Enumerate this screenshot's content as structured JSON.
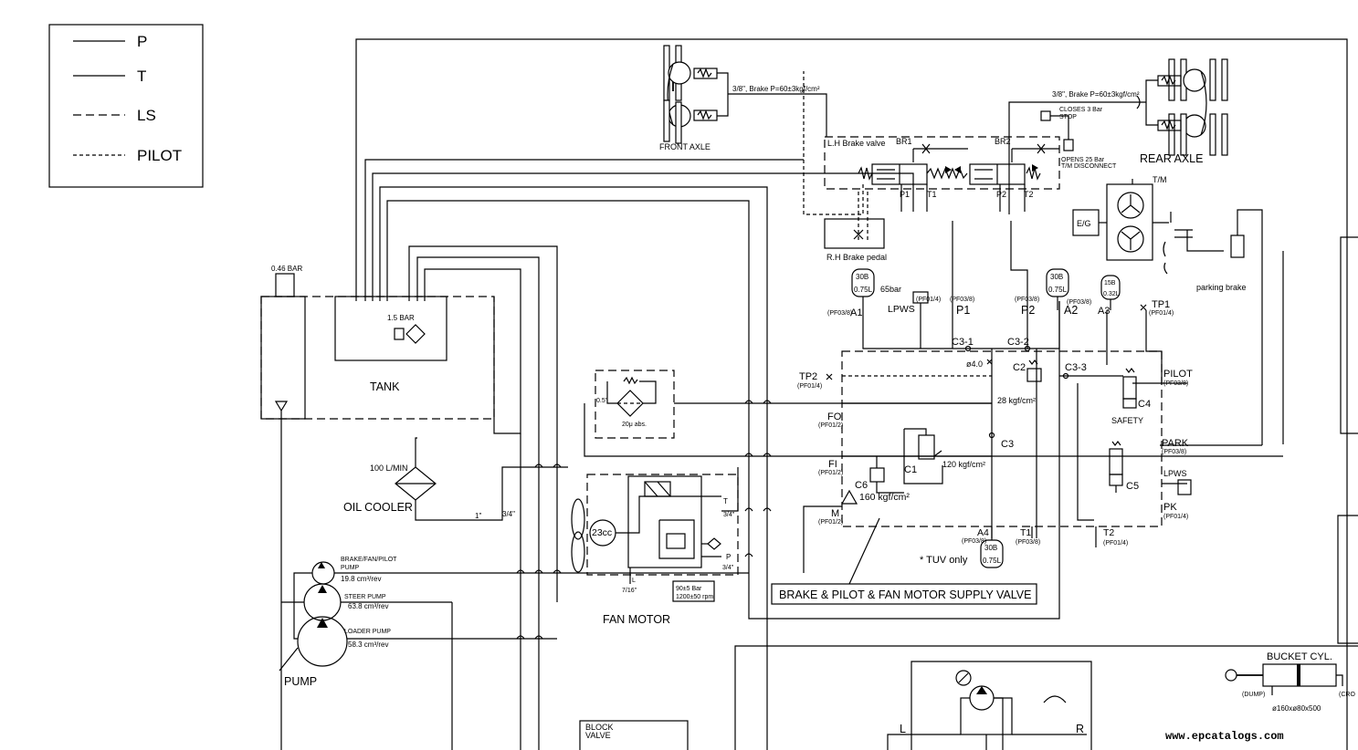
{
  "legend": [
    {
      "label": "P"
    },
    {
      "label": "T"
    },
    {
      "label": "LS"
    },
    {
      "label": "PILOT"
    }
  ],
  "labels": {
    "front_axle": "FRONT AXLE",
    "rear_axle": "REAR AXLE",
    "front_brake_spec": "3/8\", Brake P=60±3kgf/cm²",
    "rear_brake_spec": "3/8\", Brake P=60±3kgf/cm²",
    "lh_brake_valve": "L.H Brake valve",
    "br1": "BR1",
    "br2": "BR2",
    "p1_valve": "P1",
    "t1_valve": "T1",
    "p2_valve": "P2",
    "t2_valve": "T2",
    "closes": "CLOSES 3 Bar",
    "stop": "STOP",
    "opens": "OPENS 25 Bar",
    "tm_disconnect": "T/M DISCONNECT",
    "rh_brake_pedal": "R.H Brake pedal",
    "tm": "T/M",
    "eg": "E/G",
    "parking_brake": "parking brake",
    "tank_pressure": "0.46 BAR",
    "bypass": "1.5 BAR",
    "tank": "TANK",
    "acc1_top": "30B",
    "acc1_bot": "0.75L",
    "acc2_top": "30B",
    "acc2_bot": "0.75L",
    "acc3_top": "15B",
    "acc3_bot": "0.32L",
    "acc4_top": "30B",
    "acc4_bot": "0.75L",
    "lpws_65": "65bar",
    "lpws": "LPWS",
    "pf01_4_lpws": "(PF01/4)",
    "pf03_8_p1": "(PF03/8)",
    "pf03_8_p2": "(PF03/8)",
    "pf03_8_a2": "(PF03/8)",
    "pf03_8_a1": "(PF03/8)",
    "pf01_4_tp1": "(PF01/4)",
    "a1": "A1",
    "p1": "P1",
    "p2": "P2",
    "a2": "A2",
    "a3": "A3",
    "tp1": "TP1",
    "c3_1": "C3-1",
    "c3_2": "C3-2",
    "orifice": "ø4.0",
    "tp2": "TP2",
    "pf01_4_tp2": "(PF01/4)",
    "c2": "C2",
    "c3_3": "C3-3",
    "c2_setting": "28 kgf/cm²",
    "pilot": "PILOT",
    "pf03_8_pilot": "(PF03/8)",
    "c4": "C4",
    "safety": "SAFETY",
    "fo": "FO",
    "pf01_2_fo": "(PF01/2)",
    "c3": "C3",
    "park": "PARK",
    "pf03_8_park": "(PF03/8)",
    "fi": "FI",
    "pf01_2_fi": "(PF01/2)",
    "c1": "C1",
    "c1_setting": "120 kgf/cm²",
    "c5": "C5",
    "lpws_2": "LPWS",
    "c6": "C6",
    "c6_setting": "160 kgf/cm²",
    "pk": "PK",
    "pf01_4_pk": "(PF01/4)",
    "m": "M",
    "pf01_2_m": "(PF01/2)",
    "a4": "A4",
    "pf03_8_a4": "(PF03/8)",
    "t1": "T1",
    "pf03_8_t1": "(PF03/8)",
    "t2": "T2",
    "pf01_4_t2": "(PF01/4)",
    "tuv_note": "* TUV only",
    "supply_valve": "BRAKE & PILOT & FAN MOTOR SUPPLY VALVE",
    "filter_05": "0.5\"",
    "filter_20": "20μ abs.",
    "flow": "100 L/MIN",
    "oil_cooler": "OIL COOLER",
    "line_1": "1\"",
    "line_34": "3/4\"",
    "motor_23": "23cc",
    "fan_t": "T",
    "fan_t_size": "3/4\"",
    "fan_p": "P",
    "fan_p_size": "3/4\"",
    "fan_l": "L",
    "fan_l_size": "7/16\"",
    "fan_spec1": "90±5 Bar",
    "fan_spec2": "1200±50 rpm",
    "fan_motor": "FAN MOTOR",
    "bfp_pump": "BRAKE/FAN/PILOT",
    "bfp_pump2": "PUMP",
    "bfp_disp": "19.8 cm³/rev",
    "steer_pump": "STEER PUMP",
    "steer_disp": "63.8 cm³/rev",
    "loader_pump": "LOADER PUMP",
    "loader_disp": "58.3 cm³/rev",
    "pump": "PUMP",
    "block_valve_1": "BLOCK",
    "block_valve_2": "VALVE",
    "bucket_cyl": "BUCKET CYL.",
    "dump": "(DUMP)",
    "crowd": "(CRO",
    "bucket_dims": "ø160xø80x500",
    "l": "L",
    "r": "R",
    "watermark": "www.epcatalogs.com"
  }
}
